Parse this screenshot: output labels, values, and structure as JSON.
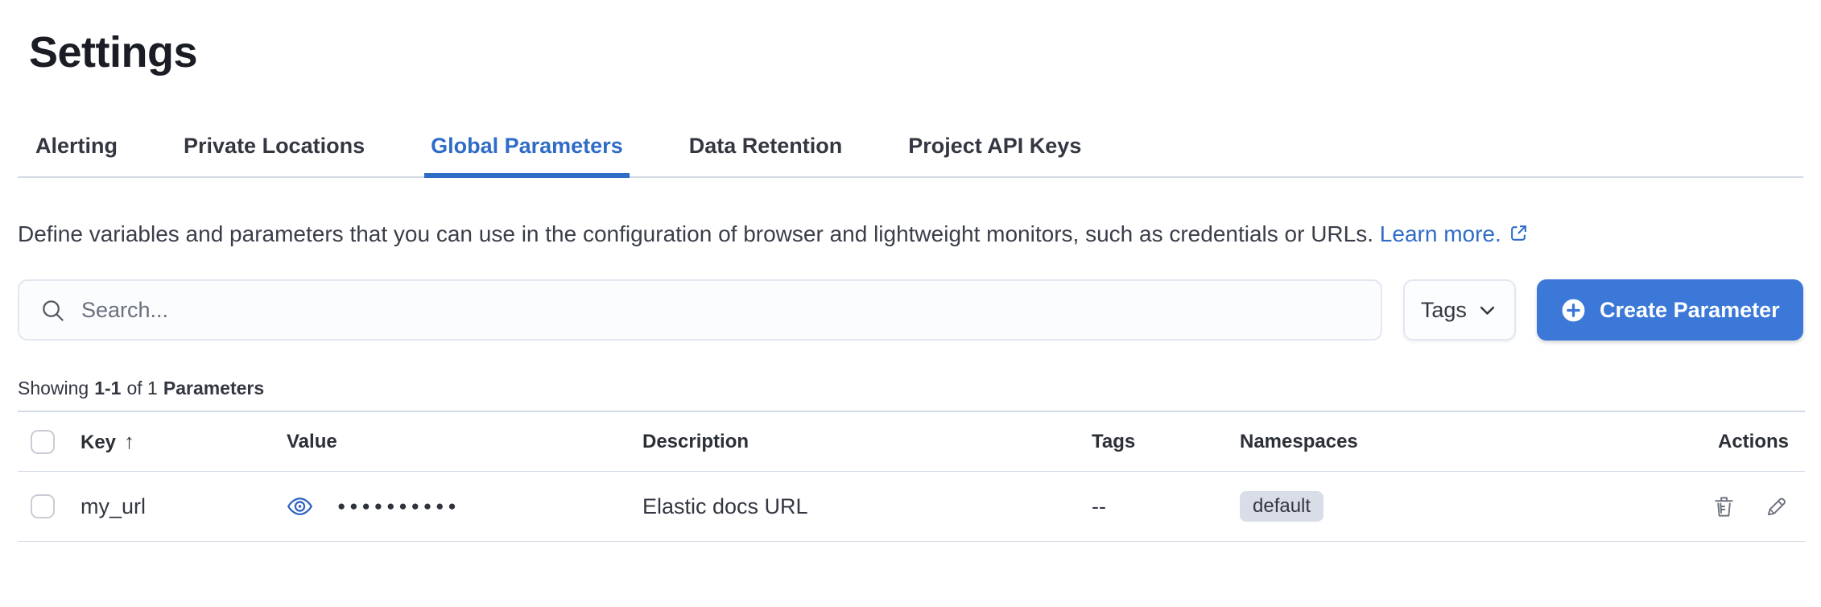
{
  "page": {
    "title": "Settings"
  },
  "tabs": [
    {
      "label": "Alerting",
      "active": false
    },
    {
      "label": "Private Locations",
      "active": false
    },
    {
      "label": "Global Parameters",
      "active": true
    },
    {
      "label": "Data Retention",
      "active": false
    },
    {
      "label": "Project API Keys",
      "active": false
    }
  ],
  "description": {
    "text": "Define variables and parameters that you can use in the configuration of browser and lightweight monitors, such as credentials or URLs.",
    "link_label": "Learn more.",
    "link_icon": "external-link-icon"
  },
  "toolbar": {
    "search_placeholder": "Search...",
    "search_icon": "search-icon",
    "tags_filter_label": "Tags",
    "tags_filter_icon": "chevron-down-icon",
    "create_button_label": "Create Parameter",
    "create_button_icon": "plus-in-circle-icon"
  },
  "summary": {
    "prefix": "Showing",
    "range": "1-1",
    "of": "of 1",
    "entity": "Parameters"
  },
  "table": {
    "headers": [
      "Key",
      "Value",
      "Description",
      "Tags",
      "Namespaces",
      "Actions"
    ],
    "sort": {
      "column": "Key",
      "direction": "ascending",
      "arrow": "↑"
    },
    "rows": [
      {
        "key": "my_url",
        "value_masked": "●●●●●●●●●●",
        "reveal_icon": "eye-icon",
        "description": "Elastic docs URL",
        "tags_empty": "--",
        "namespaces": [
          "default"
        ],
        "action_icons": [
          "trash-icon",
          "pencil-icon"
        ]
      }
    ]
  },
  "colors": {
    "accent_link": "#2f6cc7",
    "primary_button": "#3b78d8",
    "border": "#d3dae6",
    "text": "#343741",
    "subdued": "#69707d",
    "badge_bg": "#d9dde8"
  }
}
